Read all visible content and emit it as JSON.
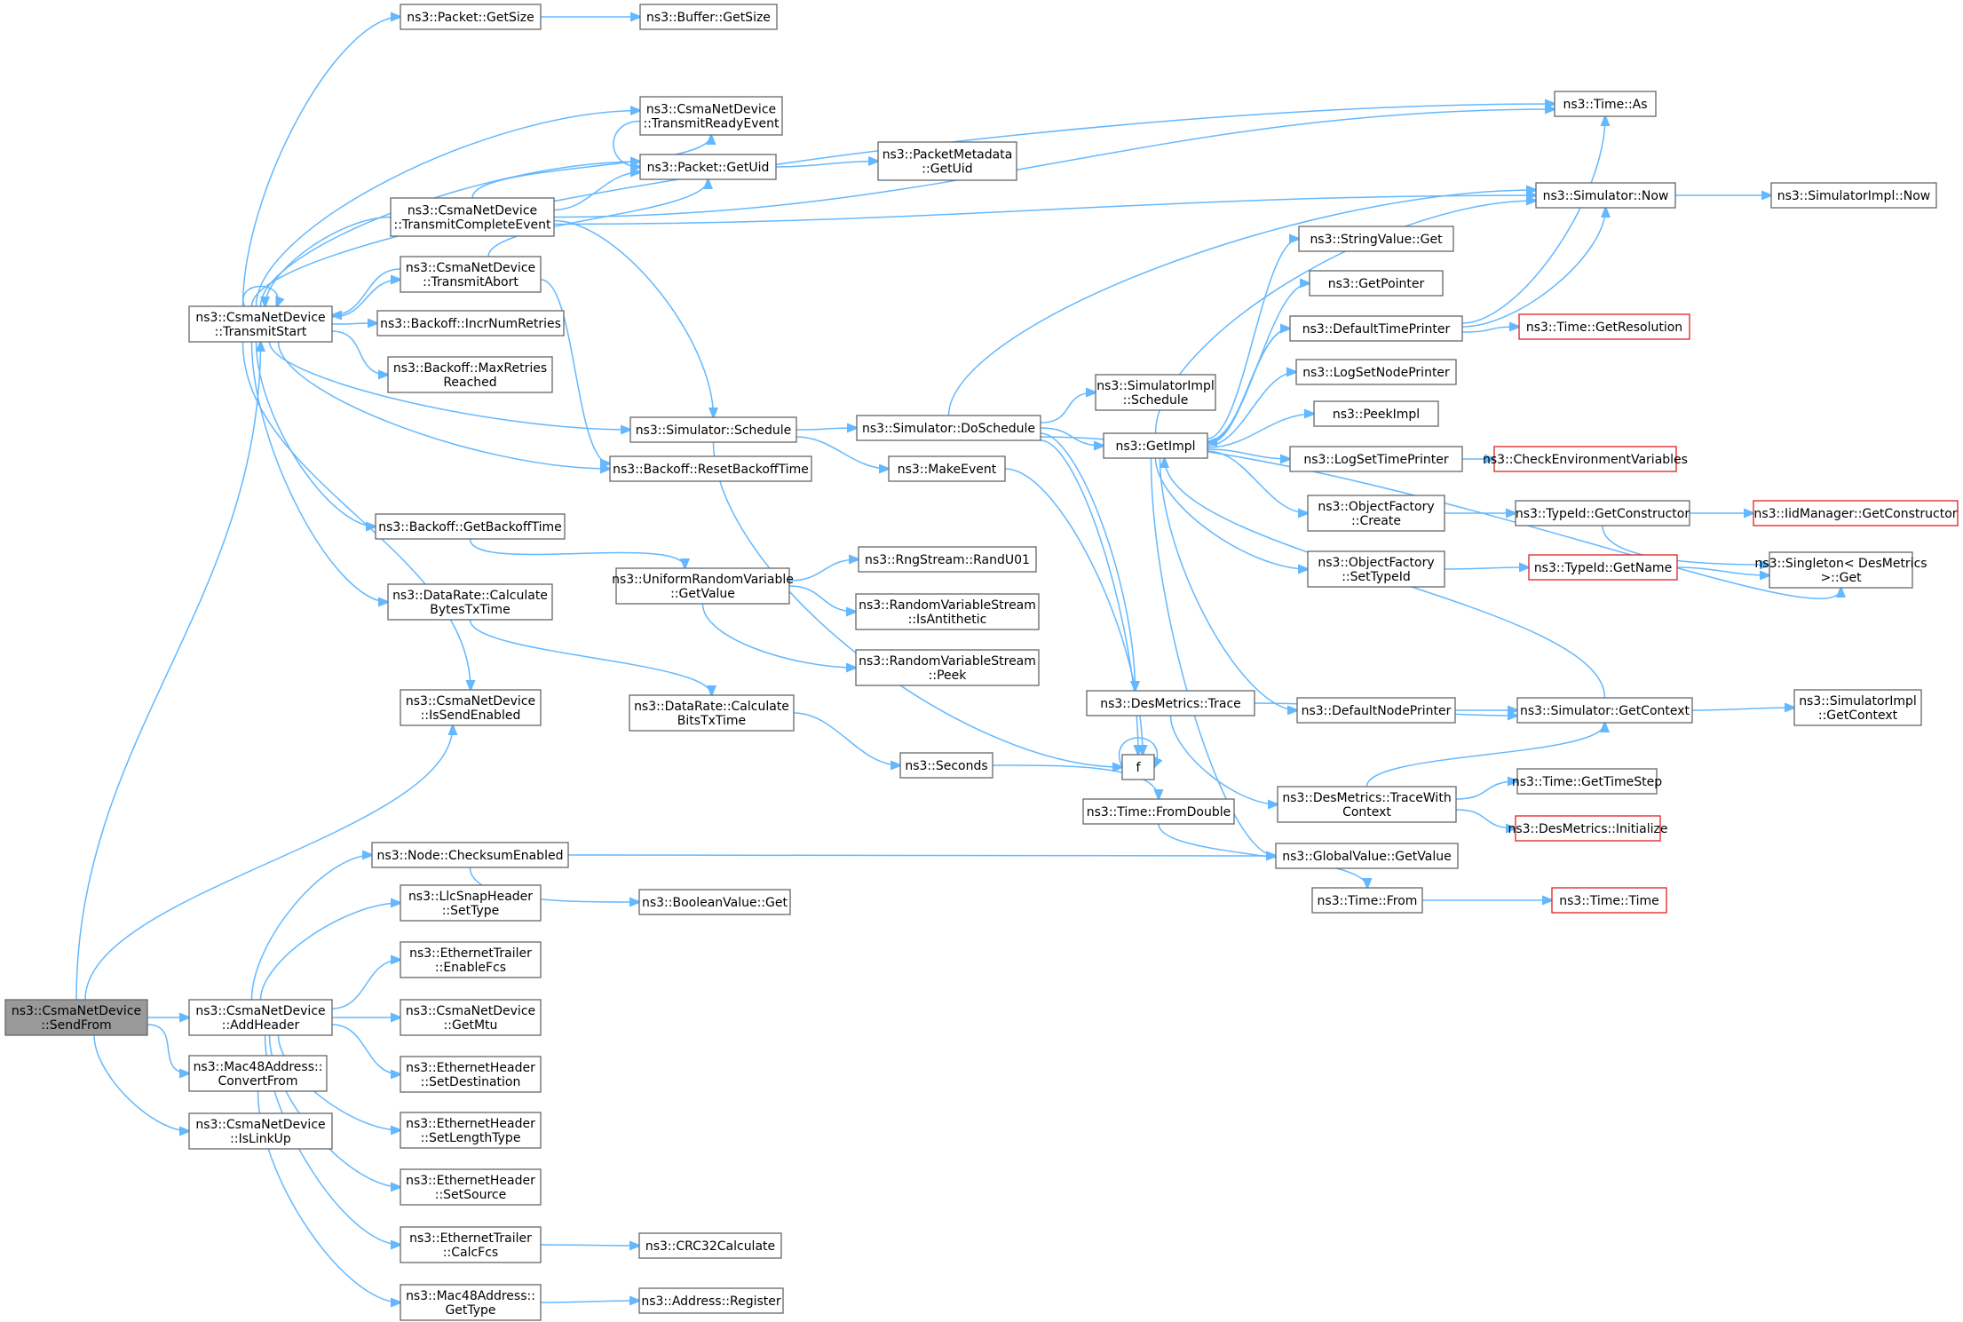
{
  "nodes": [
    {
      "id": "sendfrom",
      "lines": [
        "ns3::CsmaNetDevice",
        "::SendFrom"
      ],
      "style": "root"
    },
    {
      "id": "transmitstart",
      "lines": [
        "ns3::CsmaNetDevice",
        "::TransmitStart"
      ]
    },
    {
      "id": "issendenabled",
      "lines": [
        "ns3::CsmaNetDevice",
        "::IsSendEnabled"
      ]
    },
    {
      "id": "addheader",
      "lines": [
        "ns3::CsmaNetDevice",
        "::AddHeader"
      ]
    },
    {
      "id": "convertfrom",
      "lines": [
        "ns3::Mac48Address::",
        "ConvertFrom"
      ]
    },
    {
      "id": "islinkup",
      "lines": [
        "ns3::CsmaNetDevice",
        "::IsLinkUp"
      ]
    },
    {
      "id": "pkt_getsize",
      "lines": [
        "ns3::Packet::GetSize"
      ]
    },
    {
      "id": "buf_getsize",
      "lines": [
        "ns3::Buffer::GetSize"
      ]
    },
    {
      "id": "transmitready",
      "lines": [
        "ns3::CsmaNetDevice",
        "::TransmitReadyEvent"
      ]
    },
    {
      "id": "pkt_getuid",
      "lines": [
        "ns3::Packet::GetUid"
      ]
    },
    {
      "id": "pm_getuid",
      "lines": [
        "ns3::PacketMetadata",
        "::GetUid"
      ]
    },
    {
      "id": "transmitcomplete",
      "lines": [
        "ns3::CsmaNetDevice",
        "::TransmitCompleteEvent"
      ]
    },
    {
      "id": "transmitabort",
      "lines": [
        "ns3::CsmaNetDevice",
        "::TransmitAbort"
      ]
    },
    {
      "id": "incrnumretries",
      "lines": [
        "ns3::Backoff::IncrNumRetries"
      ]
    },
    {
      "id": "maxretries",
      "lines": [
        "ns3::Backoff::MaxRetries",
        "Reached"
      ]
    },
    {
      "id": "schedule",
      "lines": [
        "ns3::Simulator::Schedule"
      ]
    },
    {
      "id": "resetbackoff",
      "lines": [
        "ns3::Backoff::ResetBackoffTime"
      ]
    },
    {
      "id": "getbackoff",
      "lines": [
        "ns3::Backoff::GetBackoffTime"
      ]
    },
    {
      "id": "bytestx",
      "lines": [
        "ns3::DataRate::Calculate",
        "BytesTxTime"
      ]
    },
    {
      "id": "urv_getvalue",
      "lines": [
        "ns3::UniformRandomVariable",
        "::GetValue"
      ]
    },
    {
      "id": "randu01",
      "lines": [
        "ns3::RngStream::RandU01"
      ]
    },
    {
      "id": "isantithetic",
      "lines": [
        "ns3::RandomVariableStream",
        "::IsAntithetic"
      ]
    },
    {
      "id": "peek",
      "lines": [
        "ns3::RandomVariableStream",
        "::Peek"
      ]
    },
    {
      "id": "bitstx",
      "lines": [
        "ns3::DataRate::Calculate",
        "BitsTxTime"
      ]
    },
    {
      "id": "seconds",
      "lines": [
        "ns3::Seconds"
      ]
    },
    {
      "id": "fromdouble",
      "lines": [
        "ns3::Time::FromDouble"
      ]
    },
    {
      "id": "time_from",
      "lines": [
        "ns3::Time::From"
      ]
    },
    {
      "id": "time_time",
      "lines": [
        "ns3::Time::Time"
      ],
      "style": "red"
    },
    {
      "id": "doschedule",
      "lines": [
        "ns3::Simulator::DoSchedule"
      ]
    },
    {
      "id": "makeevent",
      "lines": [
        "ns3::MakeEvent"
      ]
    },
    {
      "id": "simimpl_schedule",
      "lines": [
        "ns3::SimulatorImpl",
        "::Schedule"
      ]
    },
    {
      "id": "getimpl",
      "lines": [
        "ns3::GetImpl"
      ]
    },
    {
      "id": "desm_trace",
      "lines": [
        "ns3::DesMetrics::Trace"
      ]
    },
    {
      "id": "f",
      "lines": [
        "f"
      ]
    },
    {
      "id": "tracewithctx",
      "lines": [
        "ns3::DesMetrics::TraceWith",
        "Context"
      ]
    },
    {
      "id": "gettimestep",
      "lines": [
        "ns3::Time::GetTimeStep"
      ]
    },
    {
      "id": "desm_init",
      "lines": [
        "ns3::DesMetrics::Initialize"
      ],
      "style": "red"
    },
    {
      "id": "gv_getvalue",
      "lines": [
        "ns3::GlobalValue::GetValue"
      ]
    },
    {
      "id": "checksum",
      "lines": [
        "ns3::Node::ChecksumEnabled"
      ]
    },
    {
      "id": "boolval_get",
      "lines": [
        "ns3::BooleanValue::Get"
      ]
    },
    {
      "id": "llc_settype",
      "lines": [
        "ns3::LlcSnapHeader",
        "::SetType"
      ]
    },
    {
      "id": "enablefcs",
      "lines": [
        "ns3::EthernetTrailer",
        "::EnableFcs"
      ]
    },
    {
      "id": "getmtu",
      "lines": [
        "ns3::CsmaNetDevice",
        "::GetMtu"
      ]
    },
    {
      "id": "setdest",
      "lines": [
        "ns3::EthernetHeader",
        "::SetDestination"
      ]
    },
    {
      "id": "setlentype",
      "lines": [
        "ns3::EthernetHeader",
        "::SetLengthType"
      ]
    },
    {
      "id": "setsource",
      "lines": [
        "ns3::EthernetHeader",
        "::SetSource"
      ]
    },
    {
      "id": "calcfcs",
      "lines": [
        "ns3::EthernetTrailer",
        "::CalcFcs"
      ]
    },
    {
      "id": "crc32",
      "lines": [
        "ns3::CRC32Calculate"
      ]
    },
    {
      "id": "mac_gettype",
      "lines": [
        "ns3::Mac48Address::",
        "GetType"
      ]
    },
    {
      "id": "addr_register",
      "lines": [
        "ns3::Address::Register"
      ]
    },
    {
      "id": "time_as",
      "lines": [
        "ns3::Time::As"
      ]
    },
    {
      "id": "sim_now",
      "lines": [
        "ns3::Simulator::Now"
      ]
    },
    {
      "id": "simimpl_now",
      "lines": [
        "ns3::SimulatorImpl::Now"
      ]
    },
    {
      "id": "stringvalue_get",
      "lines": [
        "ns3::StringValue::Get"
      ]
    },
    {
      "id": "getpointer",
      "lines": [
        "ns3::GetPointer"
      ]
    },
    {
      "id": "deftimeprinter",
      "lines": [
        "ns3::DefaultTimePrinter"
      ]
    },
    {
      "id": "getresolution",
      "lines": [
        "ns3::Time::GetResolution"
      ],
      "style": "red"
    },
    {
      "id": "logsetnode",
      "lines": [
        "ns3::LogSetNodePrinter"
      ]
    },
    {
      "id": "peekimpl",
      "lines": [
        "ns3::PeekImpl"
      ]
    },
    {
      "id": "logsettime",
      "lines": [
        "ns3::LogSetTimePrinter"
      ]
    },
    {
      "id": "checkenv",
      "lines": [
        "ns3::CheckEnvironmentVariables"
      ],
      "style": "red"
    },
    {
      "id": "of_create",
      "lines": [
        "ns3::ObjectFactory",
        "::Create"
      ]
    },
    {
      "id": "of_settypeid",
      "lines": [
        "ns3::ObjectFactory",
        "::SetTypeId"
      ]
    },
    {
      "id": "getconstructor",
      "lines": [
        "ns3::TypeId::GetConstructor"
      ]
    },
    {
      "id": "iid_getconstructor",
      "lines": [
        "ns3::IidManager::GetConstructor"
      ],
      "style": "red"
    },
    {
      "id": "typeid_getname",
      "lines": [
        "ns3::TypeId::GetName"
      ],
      "style": "red"
    },
    {
      "id": "singleton",
      "lines": [
        "ns3::Singleton< DesMetrics",
        ">::Get"
      ]
    },
    {
      "id": "defnodeprinter",
      "lines": [
        "ns3::DefaultNodePrinter"
      ]
    },
    {
      "id": "getcontext",
      "lines": [
        "ns3::Simulator::GetContext"
      ]
    },
    {
      "id": "simimpl_getcontext",
      "lines": [
        "ns3::SimulatorImpl",
        "::GetContext"
      ]
    }
  ]
}
